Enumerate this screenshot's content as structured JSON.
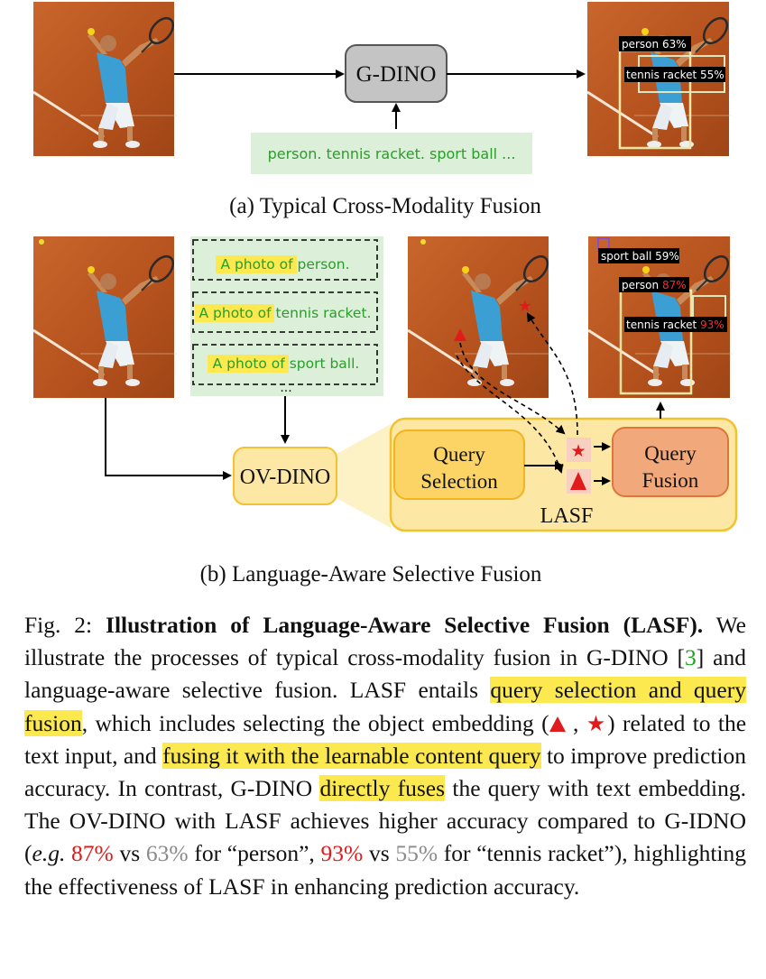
{
  "part_a": {
    "model_box": "G-DINO",
    "prompt": "person. tennis racket. sport ball ...",
    "detections": [
      {
        "label": "person 63%"
      },
      {
        "label": "tennis racket 55%"
      }
    ],
    "subcaption": "(a) Typical Cross-Modality Fusion"
  },
  "part_b": {
    "prompts": [
      {
        "prefix": "A photo of",
        "object": "person."
      },
      {
        "prefix": "A photo of",
        "object": "tennis racket."
      },
      {
        "prefix": "A photo of",
        "object": "sport ball."
      }
    ],
    "ellipsis": "...",
    "model_box": "OV-DINO",
    "query_selection": [
      "Query",
      "Selection"
    ],
    "query_fusion": [
      "Query",
      "Fusion"
    ],
    "lasf_label": "LASF",
    "detections": [
      {
        "name": "sport ball",
        "score": "59%"
      },
      {
        "name": "person",
        "score": "87%"
      },
      {
        "name": "tennis racket",
        "score": "93%"
      }
    ],
    "subcaption": "(b) Language-Aware Selective Fusion"
  },
  "caption": {
    "fig_label": "Fig. 2:",
    "title": "Illustration of Language-Aware Selective Fusion (LASF).",
    "t1": "We illustrate the processes of typical cross-modality fusion in G-DINO [",
    "cite": "3",
    "t2": "] and language-aware selective fusion. LASF entails ",
    "hl1": "query selection and query fusion",
    "t3": ", which includes selecting the object embedding (",
    "t4": " , ",
    "t5": ") related to the text input, and ",
    "hl2": "fusing it with the learnable content query",
    "t6": " to improve prediction accuracy. In contrast, G-DINO ",
    "hl3": "directly fuses",
    "t7": " the query with text embedding. The OV-DINO with LASF achieves higher accuracy compared to G-IDNO (",
    "eg": "e.g.",
    "t8": " ",
    "v1": "87%",
    "t9": " vs ",
    "v2": "63%",
    "t10": " for “person”, ",
    "v3": "93%",
    "t11": " vs ",
    "v4": "55%",
    "t12": " for “tennis racket”), highlighting the effectiveness of LASF in enhancing prediction accuracy."
  },
  "colors": {
    "clay": "#b8541f",
    "green_box": "#dcefd9",
    "green_text": "#2a9d2a",
    "yellow_box": "#fde7a5",
    "query_selection": "#fcd466",
    "query_fusion": "#f1a97b",
    "gray_box": "#c4c4c4",
    "highlight": "#fbe94f",
    "red": "#e01b1b"
  }
}
